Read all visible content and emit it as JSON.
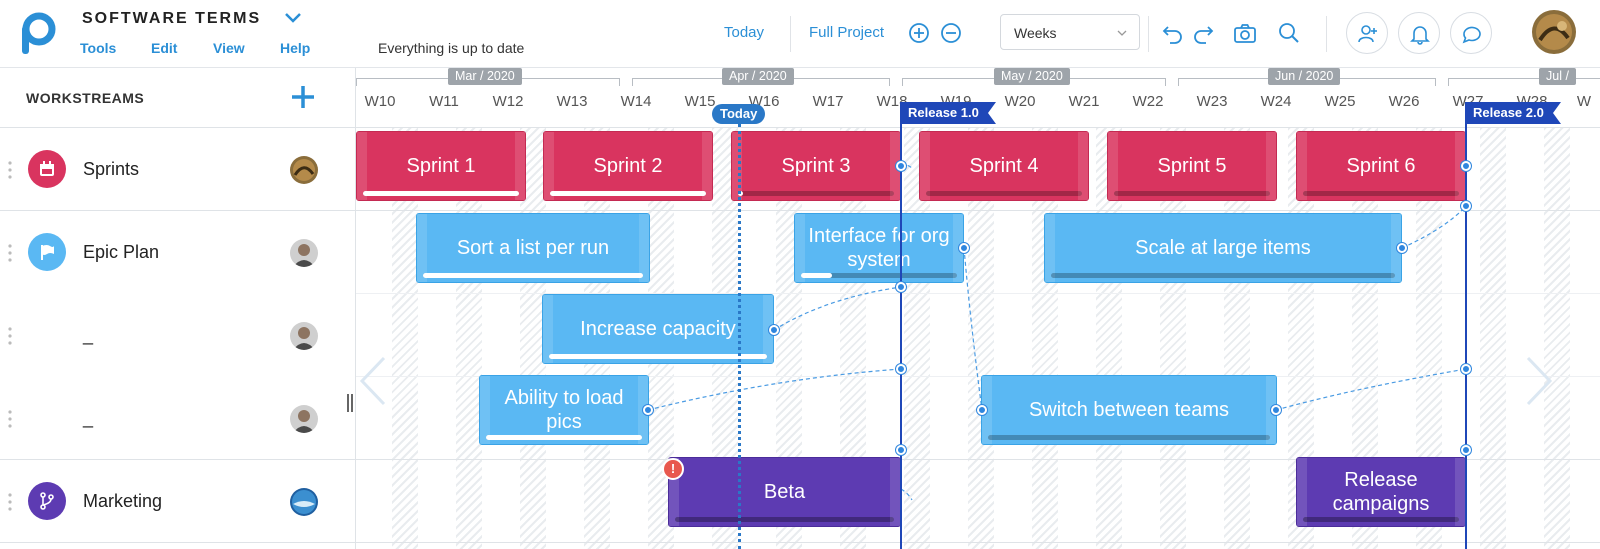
{
  "project": {
    "title": "SOFTWARE TERMS",
    "menu": [
      "Tools",
      "Edit",
      "View",
      "Help"
    ],
    "status": "Everything is up to date"
  },
  "toolbar": {
    "today": "Today",
    "full_project": "Full Project",
    "zoom_select": "Weeks"
  },
  "workstreams": {
    "title": "WORKSTREAMS",
    "rows": [
      {
        "name": "Sprints",
        "icon": "calendar-icon",
        "color": "#d9345f"
      },
      {
        "name": "Epic Plan",
        "icon": "flag-icon",
        "color": "#5ab8f3"
      },
      {
        "name": "_"
      },
      {
        "name": "_"
      },
      {
        "name": "Marketing",
        "icon": "branch-icon",
        "color": "#5d3bb2"
      }
    ]
  },
  "timeline": {
    "months": [
      "Mar / 2020",
      "Apr / 2020",
      "May / 2020",
      "Jun / 2020",
      "Jul /"
    ],
    "weeks": [
      "W10",
      "W11",
      "W12",
      "W13",
      "W14",
      "W15",
      "W16",
      "W17",
      "W18",
      "W19",
      "W20",
      "W21",
      "W22",
      "W23",
      "W24",
      "W25",
      "W26",
      "W27",
      "W28",
      "W"
    ],
    "today_label": "Today",
    "releases": [
      "Release 1.0",
      "Release 2.0"
    ],
    "sprints": [
      "Sprint 1",
      "Sprint 2",
      "Sprint 3",
      "Sprint 4",
      "Sprint 5",
      "Sprint 6"
    ],
    "sprint_progress": [
      1.0,
      1.0,
      0.03,
      0,
      0,
      0
    ],
    "epics": {
      "sort": "Sort a list per run",
      "interface": "Interface for org system",
      "scale": "Scale at large items",
      "capacity": "Increase capacity",
      "load_pics": "Ability to load pics",
      "switch": "Switch between teams"
    },
    "epic_progress": {
      "sort": 1.0,
      "interface": 0.2,
      "scale": 0,
      "capacity": 1.0,
      "load_pics": 1.0,
      "switch": 0
    },
    "marketing": {
      "beta": "Beta",
      "campaigns": "Release campaigns"
    },
    "warning_badge": "!"
  },
  "colors": {
    "accent": "#2b8fd6",
    "sprint": "#d9345f",
    "epic": "#5ab8f3",
    "marketing": "#5d3bb2",
    "release": "#1f47b8",
    "today": "#2a78c7"
  }
}
